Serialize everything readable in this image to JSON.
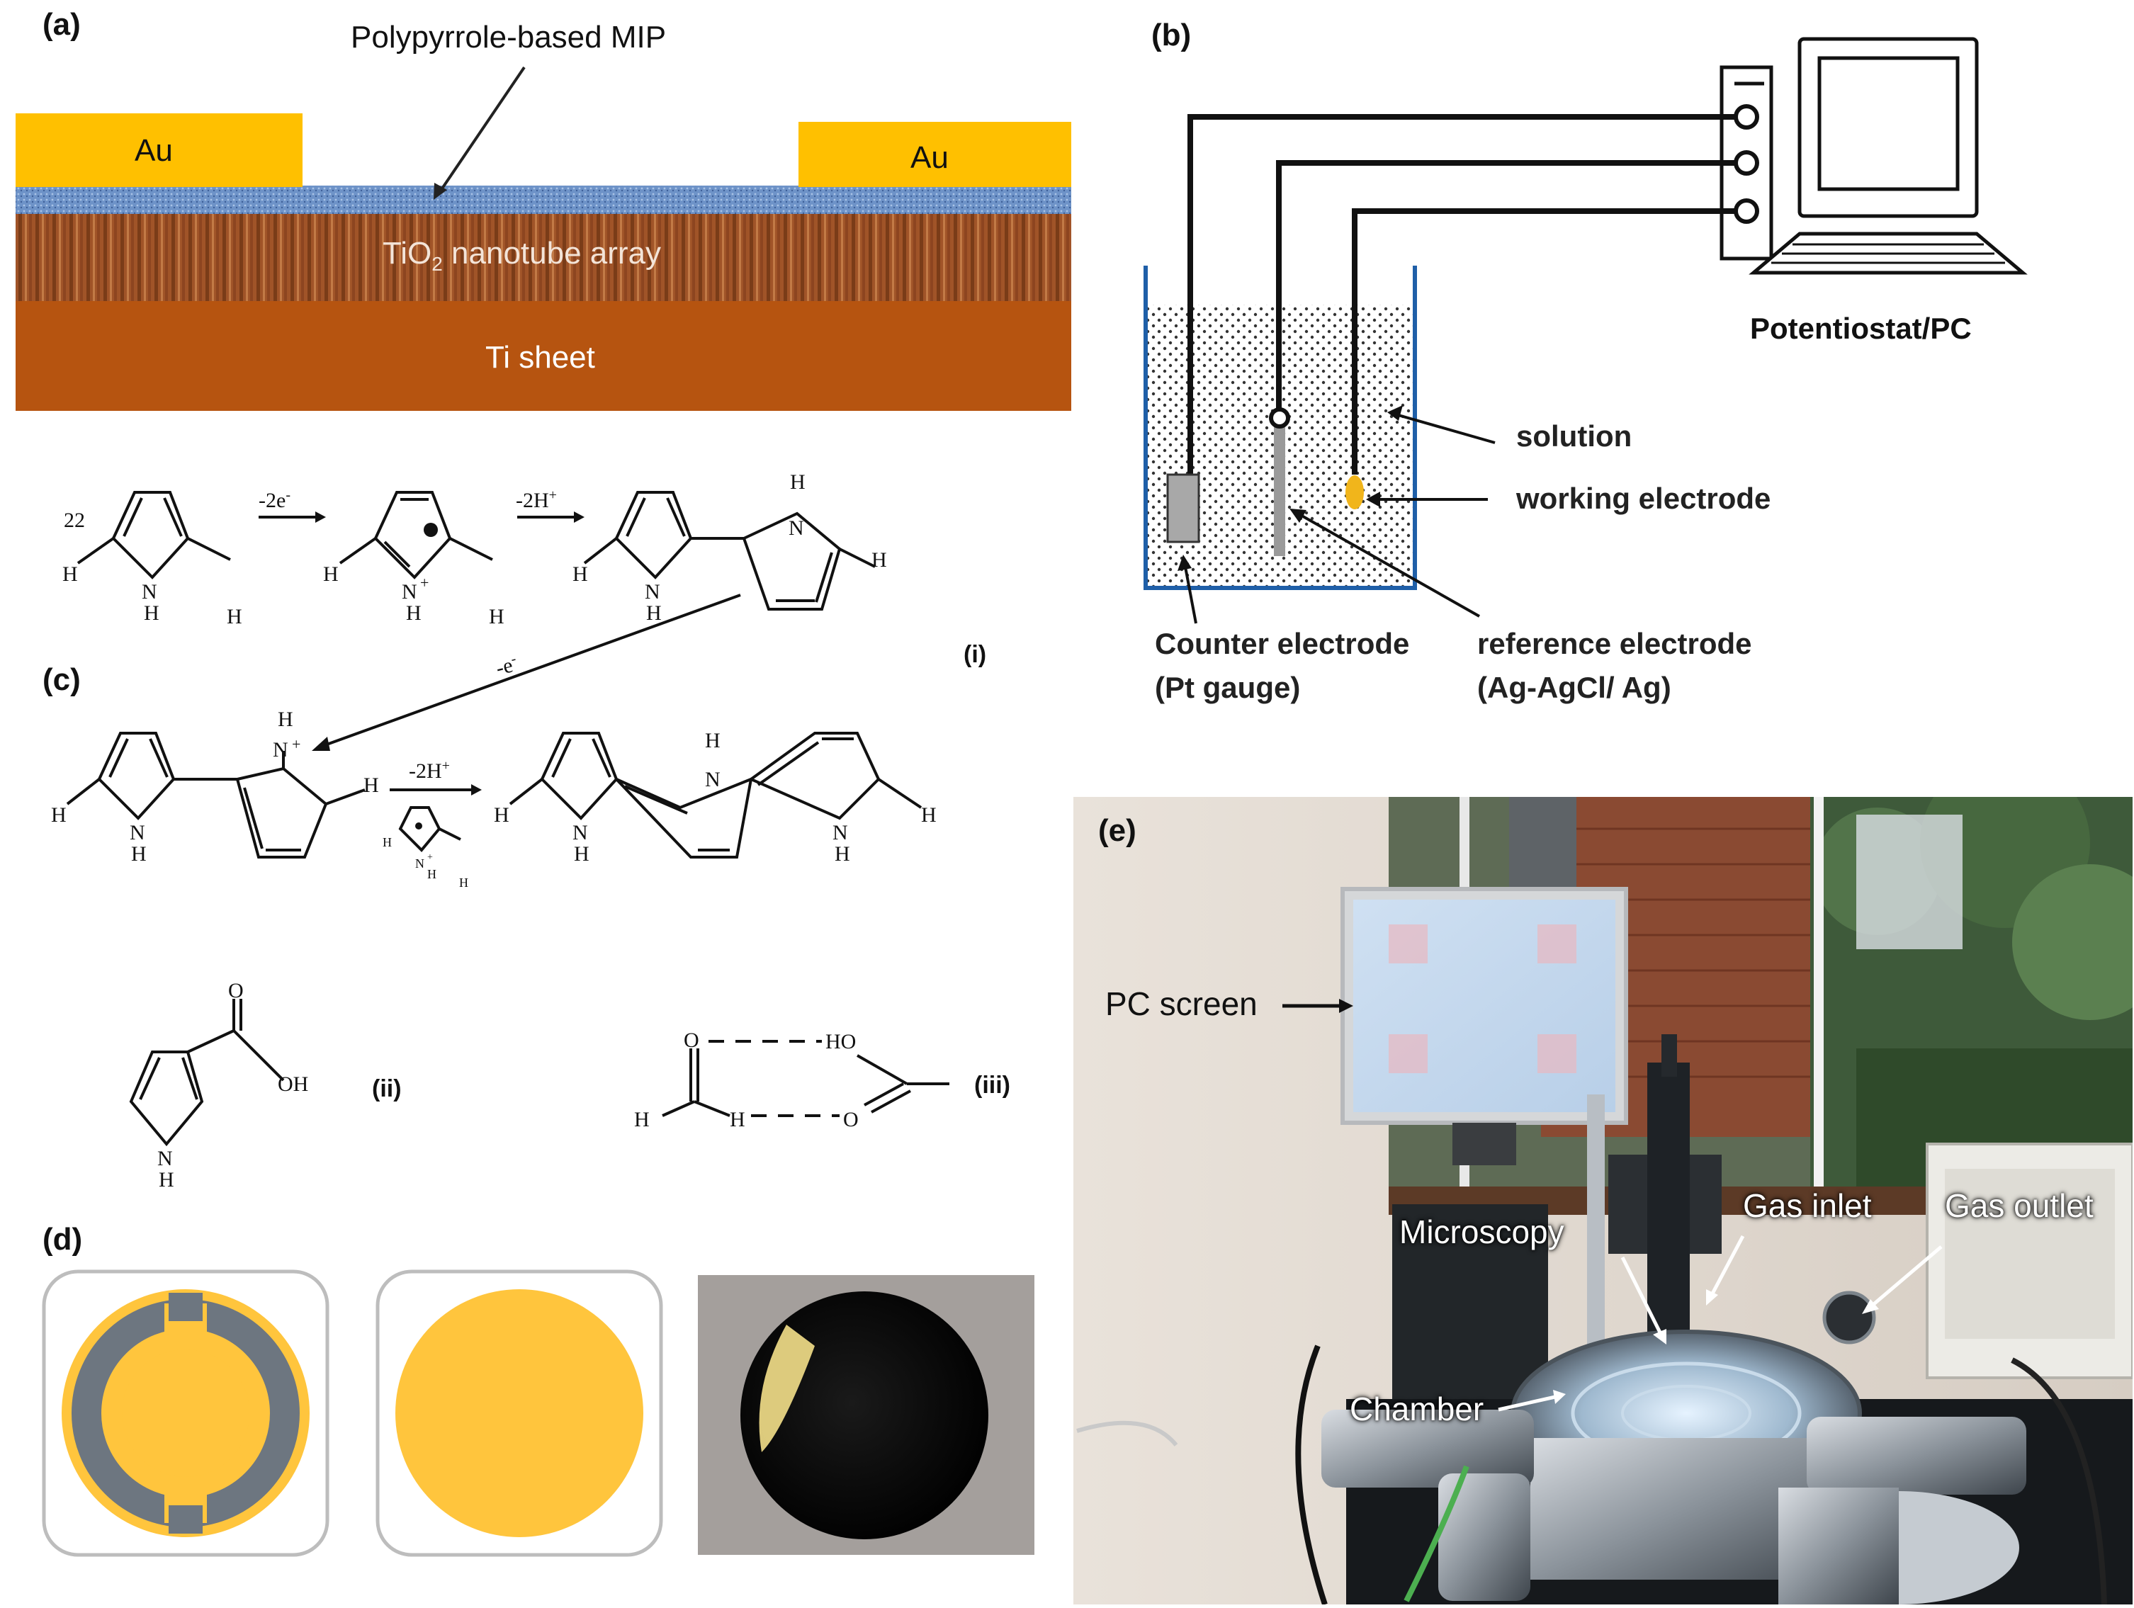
{
  "panels": {
    "a": {
      "label": "(a)",
      "mip_label": "Polypyrrole-based MIP",
      "au_left": "Au",
      "au_right": "Au",
      "nanotube_prefix": "TiO",
      "nanotube_sub": "2",
      "nanotube_suffix": " nanotube array",
      "ti_sheet": "Ti sheet"
    },
    "b": {
      "label": "(b)",
      "potentiostat": "Potentiostat/PC",
      "solution": "solution",
      "working_electrode": "working electrode",
      "counter_line1": "Counter electrode",
      "counter_line2": "(Pt gauge)",
      "reference_line1": "reference electrode",
      "reference_line2": "(Ag-AgCl/ Ag)"
    },
    "c": {
      "label": "(c)",
      "i": "(i)",
      "ii": "(ii)",
      "iii": "(iii)",
      "coef": "22",
      "step1": "-2e",
      "step2": "-2H",
      "step3": "-e",
      "step4": "-2H"
    },
    "d": {
      "label": "(d)"
    },
    "e": {
      "label": "(e)",
      "pc_screen": "PC screen",
      "microscopy": "Microscopy",
      "gas_inlet": "Gas inlet",
      "gas_outlet": "Gas outlet",
      "chamber": "Chamber"
    }
  },
  "colors": {
    "gold": "#ffc000",
    "ti_sheet": "#b65410",
    "nanotube": "#a0552a",
    "mip": "#6e93c8",
    "beaker": "#1f5fa8",
    "electrode_yellow": "#f1b51b"
  }
}
